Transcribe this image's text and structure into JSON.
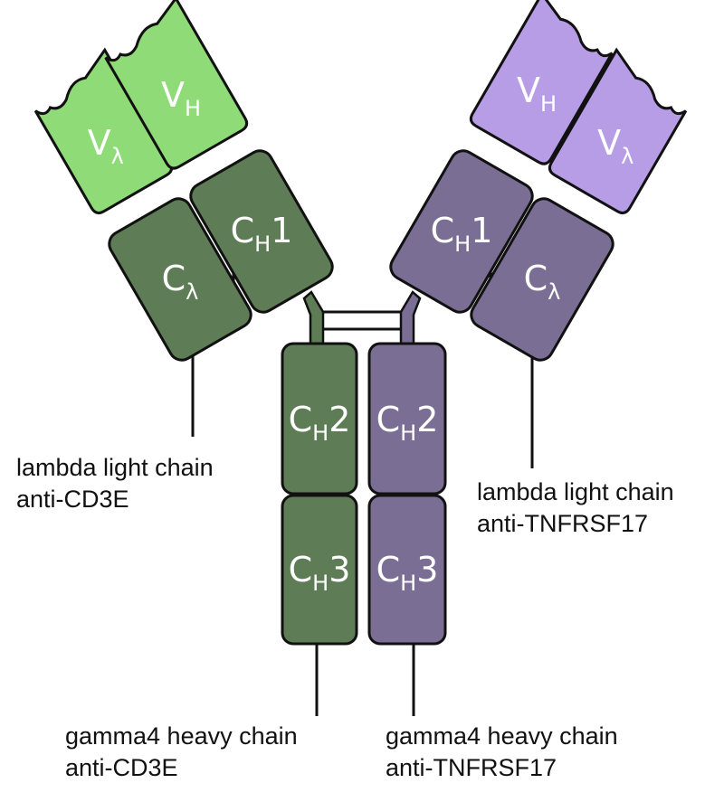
{
  "colors": {
    "left_variable": "#8fdb78",
    "left_constant": "#5e7d56",
    "right_variable": "#b79ce6",
    "right_constant": "#7b6e94",
    "outline": "#111111",
    "label_text": "#ffffff"
  },
  "domains": {
    "left_vl": {
      "base": "V",
      "sub": "λ"
    },
    "left_vh": {
      "base": "V",
      "sub": "H"
    },
    "left_cl": {
      "base": "C",
      "sub": "λ"
    },
    "left_ch1": {
      "base": "C",
      "sub": "H",
      "tail": "1"
    },
    "left_ch2": {
      "base": "C",
      "sub": "H",
      "tail": "2"
    },
    "left_ch3": {
      "base": "C",
      "sub": "H",
      "tail": "3"
    },
    "right_vh": {
      "base": "V",
      "sub": "H"
    },
    "right_vl": {
      "base": "V",
      "sub": "λ"
    },
    "right_ch1": {
      "base": "C",
      "sub": "H",
      "tail": "1"
    },
    "right_cl": {
      "base": "C",
      "sub": "λ"
    },
    "right_ch2": {
      "base": "C",
      "sub": "H",
      "tail": "2"
    },
    "right_ch3": {
      "base": "C",
      "sub": "H",
      "tail": "3"
    }
  },
  "captions": {
    "left_light": {
      "line1": "lambda light chain",
      "line2": "anti-CD3E"
    },
    "right_light": {
      "line1": "lambda light chain",
      "line2": "anti-TNFRSF17"
    },
    "left_heavy": {
      "line1": "gamma4 heavy chain",
      "line2": "anti-CD3E"
    },
    "right_heavy": {
      "line1": "gamma4 heavy chain",
      "line2": "anti-TNFRSF17"
    }
  }
}
